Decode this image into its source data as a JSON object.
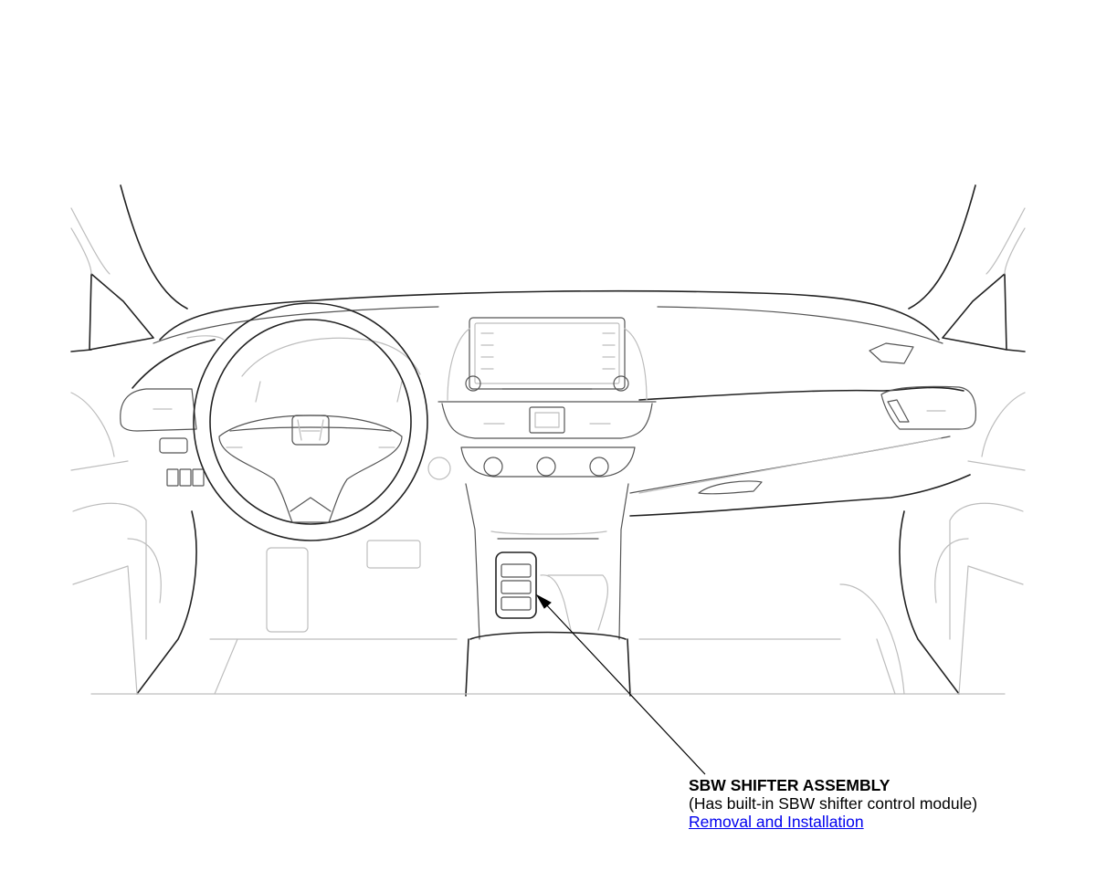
{
  "callout": {
    "title": "SBW SHIFTER ASSEMBLY",
    "description": "(Has built-in SBW shifter control module)",
    "link_label": "Removal and Installation"
  },
  "colors": {
    "line_dark": "#222222",
    "line_light": "#bdbdbd",
    "link": "#0000ee"
  },
  "icons": {
    "emblem": "honda-emblem-icon",
    "arrow": "leader-arrow-icon"
  }
}
